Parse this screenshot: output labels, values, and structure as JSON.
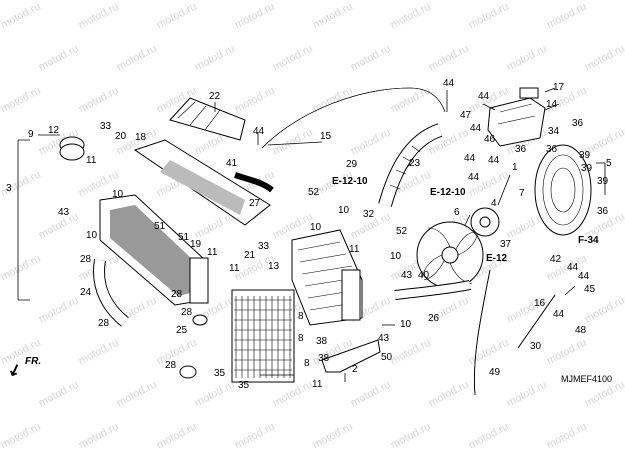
{
  "watermark": "motod.ru",
  "diagram_code": "MJMEF4100",
  "front_marker": "FR.",
  "refs": {
    "e12_10_a": "E-12-10",
    "e12_10_b": "E-12-10",
    "e12": "E-12",
    "f34": "F-34"
  },
  "part_numbers": {
    "p1": "1",
    "p2": "2",
    "p3": "3",
    "p4": "4",
    "p5": "5",
    "p6": "6",
    "p7": "7",
    "p8": "8",
    "p9": "9",
    "p10": "10",
    "p11": "11",
    "p12": "12",
    "p13": "13",
    "p14": "14",
    "p15": "15",
    "p16": "16",
    "p17": "17",
    "p18": "18",
    "p19": "19",
    "p20": "20",
    "p21": "21",
    "p22": "22",
    "p23": "23",
    "p24": "24",
    "p25": "25",
    "p26": "26",
    "p27": "27",
    "p28": "28",
    "p29": "29",
    "p30": "30",
    "p32": "32",
    "p33": "33",
    "p34": "34",
    "p35": "35",
    "p36": "36",
    "p37": "37",
    "p38": "38",
    "p39": "39",
    "p40": "40",
    "p41": "41",
    "p42": "42",
    "p43": "43",
    "p44": "44",
    "p45": "45",
    "p46": "46",
    "p47": "47",
    "p48": "48",
    "p49": "49",
    "p50": "50",
    "p51": "51",
    "p52": "52"
  }
}
